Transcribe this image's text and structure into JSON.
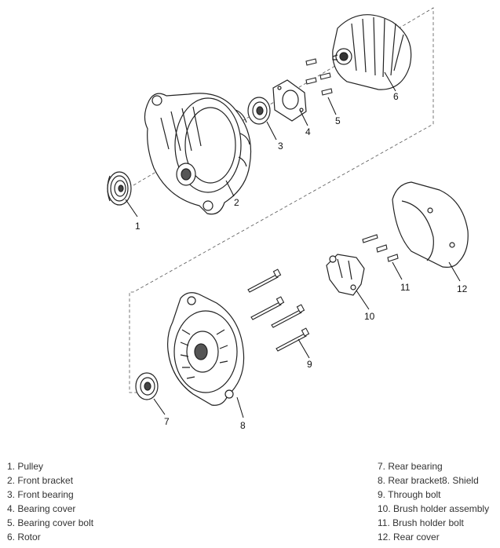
{
  "callouts": [
    "1",
    "2",
    "3",
    "4",
    "5",
    "6",
    "7",
    "8",
    "9",
    "10",
    "11",
    "12"
  ],
  "legend": {
    "left": [
      "1. Pulley",
      "2. Front bracket",
      "3. Front bearing",
      "4. Bearing cover",
      "5. Bearing cover bolt",
      "6. Rotor"
    ],
    "right": [
      "7. Rear bearing",
      "8. Rear bracket8. Shield",
      "9. Through bolt",
      "10. Brush holder assembly",
      "11. Brush holder bolt",
      "12. Rear cover"
    ]
  }
}
